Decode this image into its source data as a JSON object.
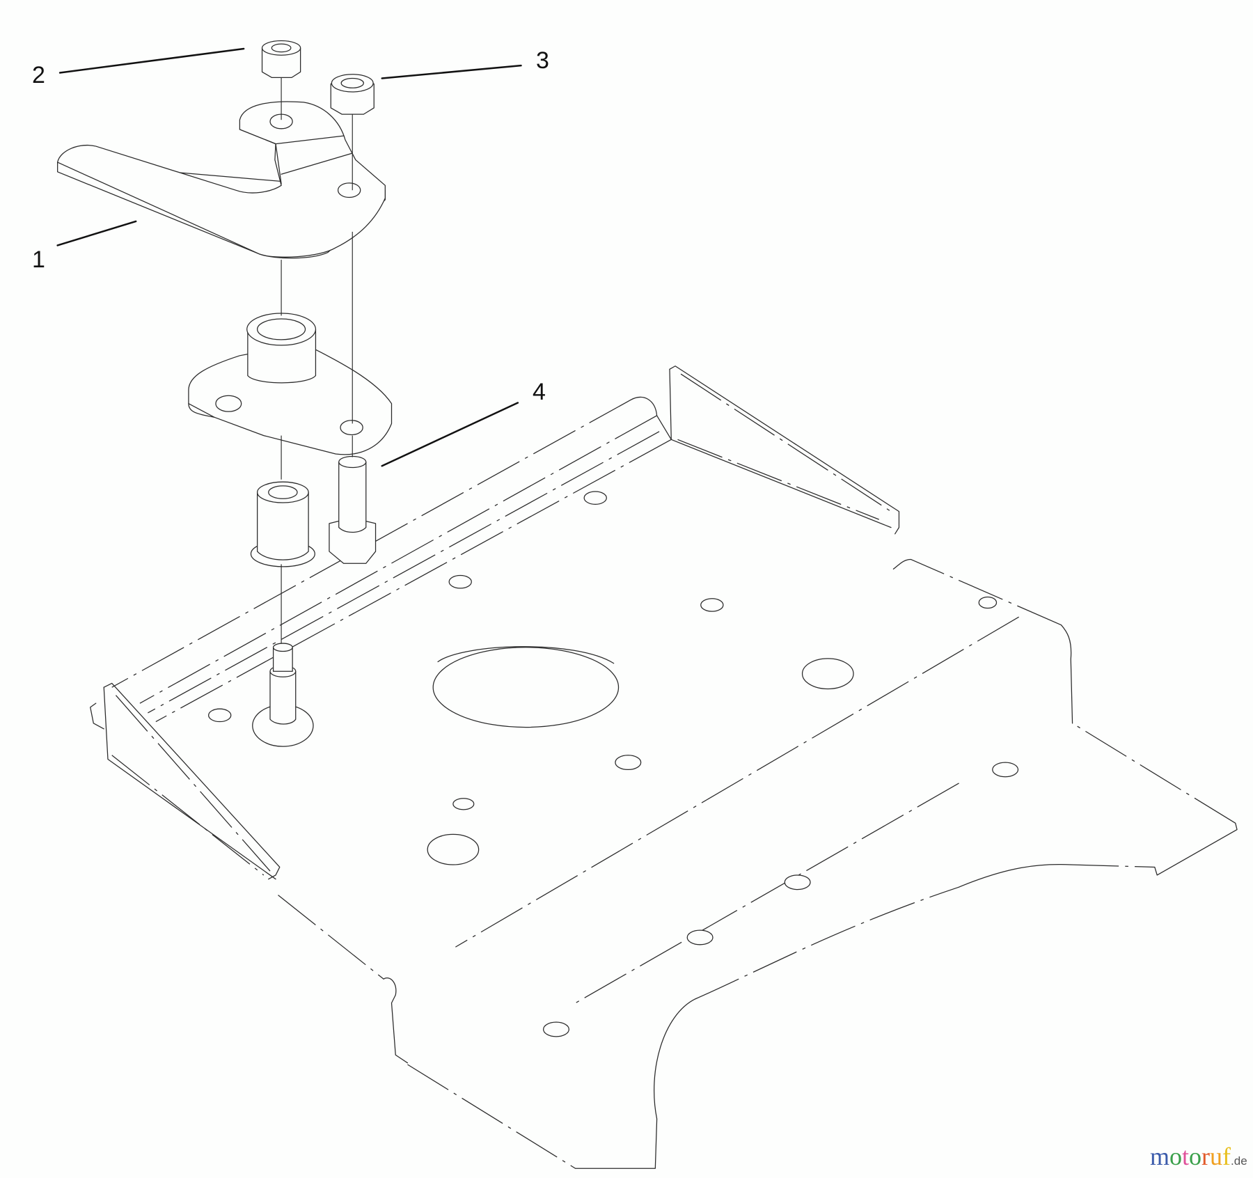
{
  "diagram": {
    "type": "exploded-parts-view",
    "subject": "Seat plate with handle latch assembly",
    "callouts": [
      {
        "label": "1",
        "part": "handle / latch lever"
      },
      {
        "label": "2",
        "part": "lock nut (upper left)"
      },
      {
        "label": "3",
        "part": "lock nut (upper right)"
      },
      {
        "label": "4",
        "part": "bolt / shoulder bolt"
      }
    ]
  },
  "watermark": {
    "letters": [
      "m",
      "o",
      "t",
      "o",
      "r",
      "u",
      "f"
    ],
    "colors": [
      "#3b5bab",
      "#3aa04a",
      "#e0509a",
      "#3aa04a",
      "#e25a2a",
      "#f0a020",
      "#e8c020"
    ],
    "tld": ".de"
  },
  "colors": {
    "background": "#fdfefd",
    "line": "#2a2a2a"
  }
}
